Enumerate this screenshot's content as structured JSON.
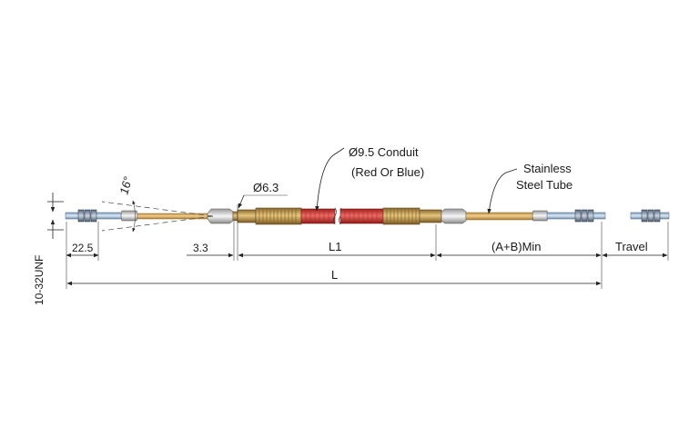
{
  "diagram": {
    "labels": {
      "thread": "10-32UNF",
      "thread_length": "22.5",
      "angle": "16°",
      "diameter_rod": "Ø6.3",
      "gap": "3.3",
      "conduit_line1": "Ø9.5 Conduit",
      "conduit_line2": "(Red Or Blue)",
      "steel_line1": "Stainless",
      "steel_line2": "Steel Tube",
      "l1": "L1",
      "ab_min": "(A+B)Min",
      "travel": "Travel",
      "overall": "L"
    },
    "colors": {
      "conduit": "#d7423e",
      "brass": "#c9a35a",
      "tube": "#e3b772",
      "rod": "#b9d1ea",
      "fitting": "#e6e6e6"
    },
    "icons": {
      "nut": "hex-nut-icon",
      "ferrule": "swivel-ferrule-icon",
      "leader": "leader-arrow-icon"
    }
  }
}
